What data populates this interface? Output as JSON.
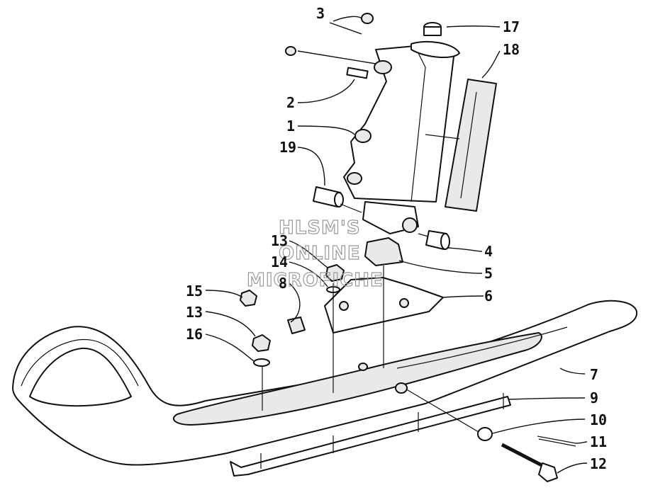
{
  "watermark": {
    "line1": "HLSM'S",
    "line2": "ONLINE",
    "line3": "MICROFICHE"
  },
  "callouts": [
    {
      "id": "c3",
      "label": "3"
    },
    {
      "id": "c17",
      "label": "17"
    },
    {
      "id": "c18",
      "label": "18"
    },
    {
      "id": "c2",
      "label": "2"
    },
    {
      "id": "c1",
      "label": "1"
    },
    {
      "id": "c19",
      "label": "19"
    },
    {
      "id": "c4",
      "label": "4"
    },
    {
      "id": "c5",
      "label": "5"
    },
    {
      "id": "c6",
      "label": "6"
    },
    {
      "id": "c13a",
      "label": "13"
    },
    {
      "id": "c14",
      "label": "14"
    },
    {
      "id": "c8",
      "label": "8"
    },
    {
      "id": "c15",
      "label": "15"
    },
    {
      "id": "c13b",
      "label": "13"
    },
    {
      "id": "c16",
      "label": "16"
    },
    {
      "id": "c7",
      "label": "7"
    },
    {
      "id": "c9",
      "label": "9"
    },
    {
      "id": "c10",
      "label": "10"
    },
    {
      "id": "c11",
      "label": "11"
    },
    {
      "id": "c12",
      "label": "12"
    }
  ]
}
